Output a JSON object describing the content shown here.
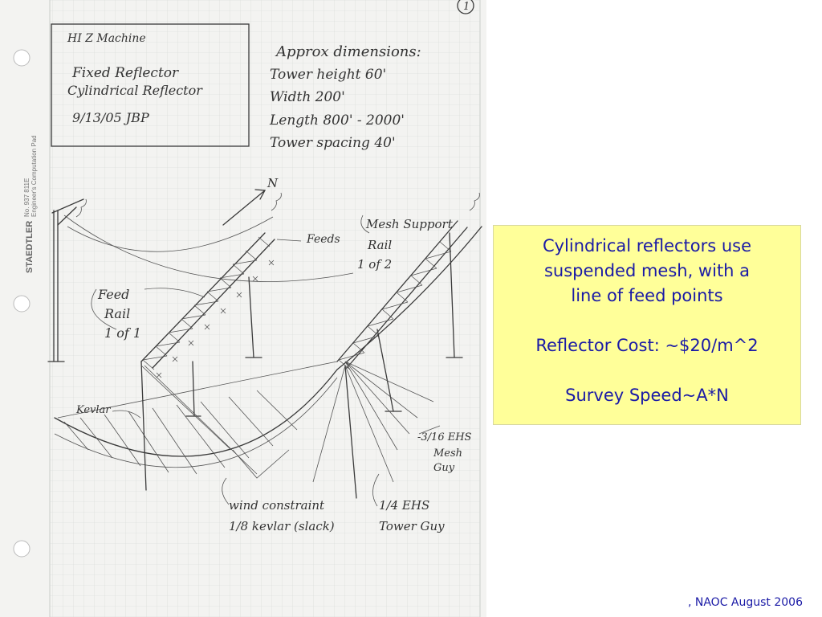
{
  "sketch": {
    "page_number": "1",
    "title_box": {
      "line1": "HI Z Machine",
      "line2": "Fixed Reflector",
      "line3": "Cylindrical Reflector",
      "line4": "9/13/05  JBP"
    },
    "dimensions": {
      "heading": "Approx dimensions:",
      "tower_height": "Tower height  60'",
      "width": "Width  200'",
      "length": "Length  800' - 2000'",
      "tower_spacing": "Tower spacing  40'"
    },
    "pad_brand": {
      "brand": "STAEDTLER",
      "number": "No. 937 811E",
      "name": "Engineer's Computation Pad"
    },
    "labels": {
      "north": "N",
      "feeds": "Feeds",
      "mesh_support_rail": "Mesh Support",
      "mesh_support_rail2": "Rail",
      "mesh_support_rail3": "1 of 2",
      "feed_rail1": "Feed",
      "feed_rail2": "Rail",
      "feed_rail3": "1 of 1",
      "kevlar": "Kevlar",
      "mesh_guy1": "-3/16 EHS",
      "mesh_guy2": "Mesh",
      "mesh_guy3": "Guy",
      "wind1": "wind constraint",
      "wind2": "1/8 kevlar (slack)",
      "tower_guy1": "1/4 EHS",
      "tower_guy2": "Tower Guy"
    }
  },
  "callout": {
    "line1": "Cylindrical reflectors use",
    "line2": "suspended mesh, with a",
    "line3": "line of feed points",
    "cost": "Reflector Cost: ~$20/m^2",
    "speed": "Survey Speed~A*N",
    "background": "#ffff99",
    "text_color": "#1a1aa6"
  },
  "footer": {
    "text": ",   NAOC August 2006"
  }
}
